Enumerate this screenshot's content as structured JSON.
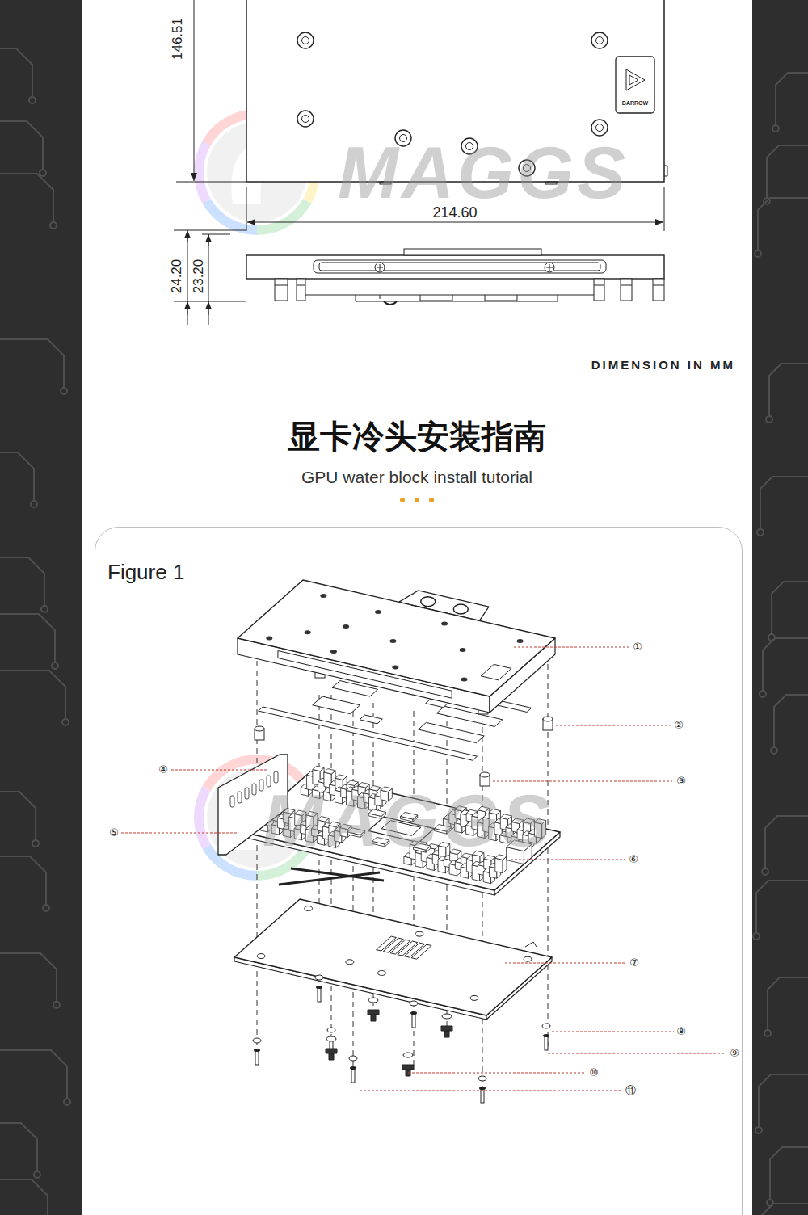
{
  "diagram": {
    "title": "显卡冷头安装指南",
    "nodes": [
      {
        "text": [
          "Figure 1"
        ]
      }
    ],
    "labels": [
      "146.51",
      "214.60",
      "24.20",
      "23.20",
      "BARROW",
      "MAGGS",
      "DIMENSION IN MM",
      "GPU water block install tutorial",
      "①",
      "②",
      "③",
      "④",
      "⑤",
      "⑥",
      "⑦",
      "⑧",
      "⑨",
      "⑩",
      "⑪",
      "MAGGS"
    ]
  }
}
